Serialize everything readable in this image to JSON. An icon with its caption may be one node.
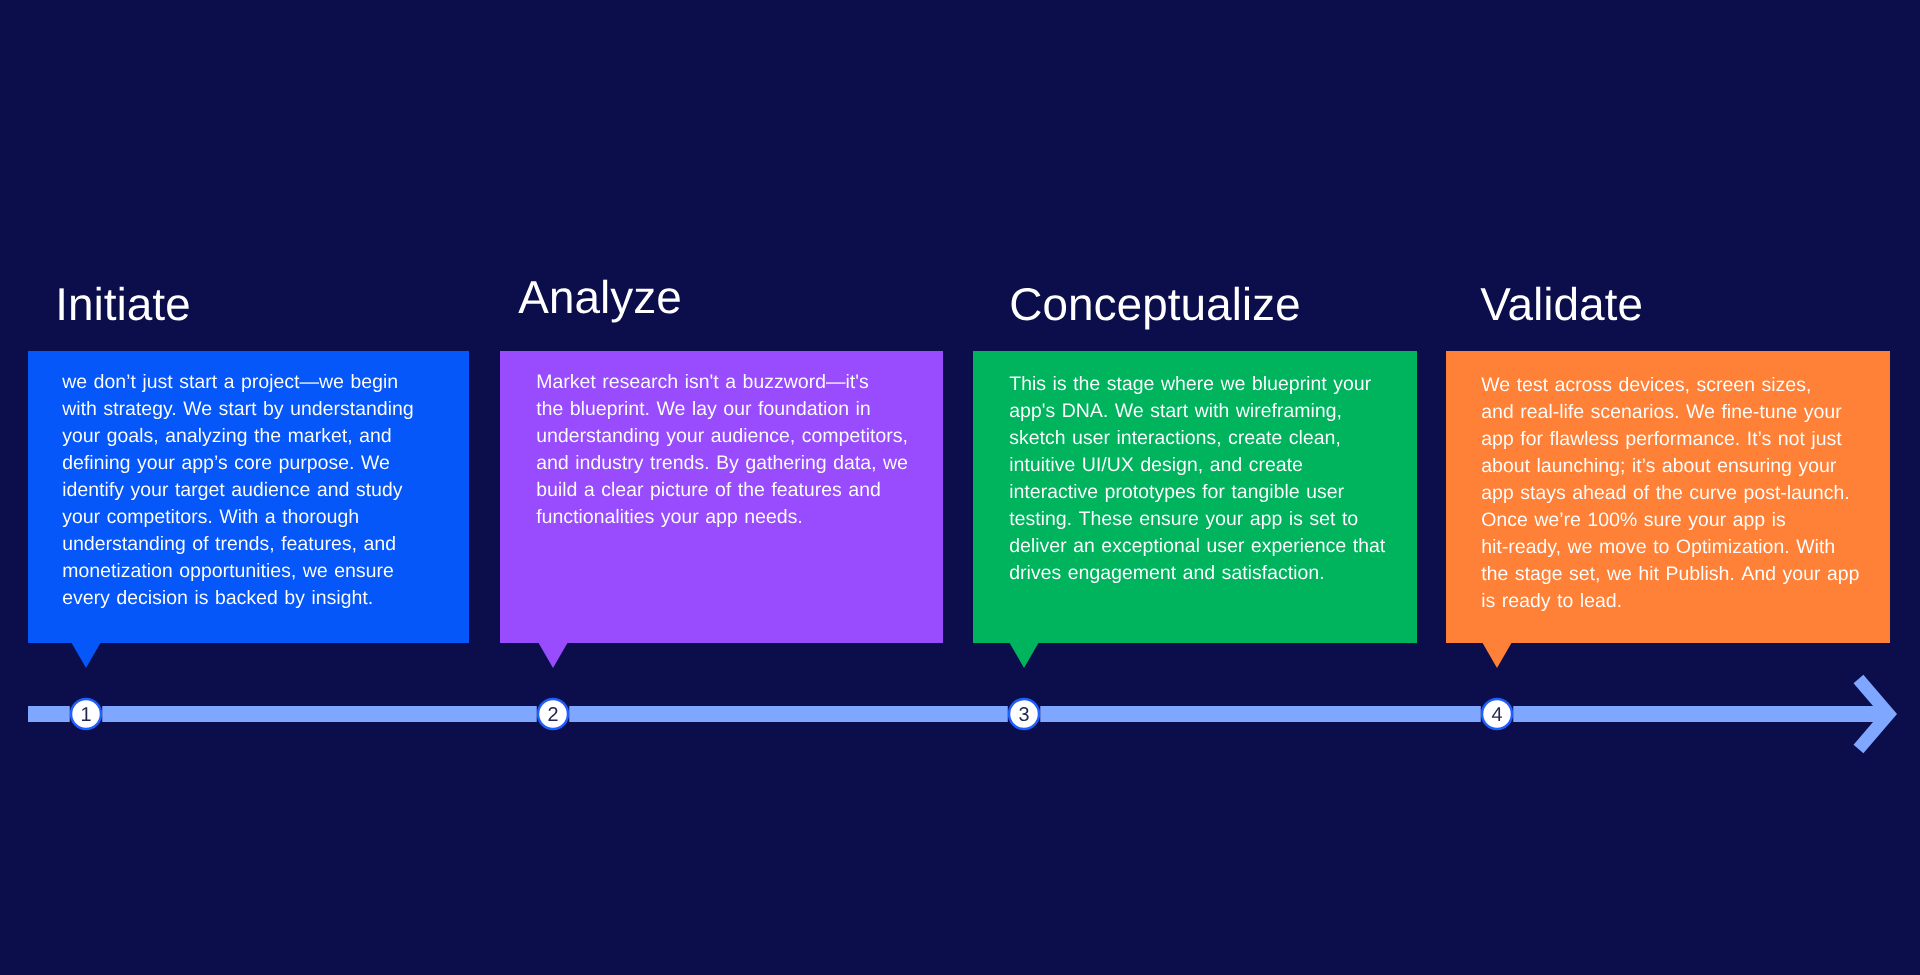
{
  "diagram": {
    "nodes": [
      {
        "text": [
          "Initiate",
          "we don’t just start a project—we begin with strategy. We start by understanding your goals, analyzing the market, and defining your app’s core purpose. We identify your target audience and study your competitors. With a thorough understanding of trends, features, and monetization opportunities, we ensure every decision is backed by insight."
        ]
      },
      {
        "text": [
          "Analyze",
          "Market research isn't a buzzword—it's the blueprint. We lay our foundation in understanding your audience, competitors, and industry trends. By gathering data, we build a clear picture of the features and functionalities your app needs."
        ]
      },
      {
        "text": [
          "Conceptualize",
          "This is the stage where we blueprint your app's DNA. We start with wireframing, sketch user interactions, create clean, intuitive UI/UX design, and create interactive prototypes for tangible user testing. These ensure your app is set to deliver an exceptional user experience that drives engagement and satisfaction."
        ]
      },
      {
        "text": [
          "Validate",
          "We test across devices, screen sizes, and real-life scenarios. We fine-tune your app for flawless performance. It’s not just about launching; it’s about ensuring your app stays ahead of the curve post-launch. Once we’re 100% sure your app is hit-ready, we move to Optimization. With the stage set, we hit Publish. And your app is ready to lead."
        ]
      },
      {
        "text": [
          "1"
        ]
      },
      {
        "text": [
          "2"
        ]
      },
      {
        "text": [
          "3"
        ]
      },
      {
        "text": [
          "4"
        ]
      }
    ],
    "edges": [
      {
        "from": null,
        "to": 4,
        "arrow": "none"
      },
      {
        "from": 4,
        "to": 5,
        "arrow": "none"
      },
      {
        "from": 5,
        "to": 6,
        "arrow": "none"
      },
      {
        "from": 6,
        "to": 7,
        "arrow": "none"
      },
      {
        "from": 7,
        "to": null,
        "arrow": "to"
      }
    ]
  }
}
